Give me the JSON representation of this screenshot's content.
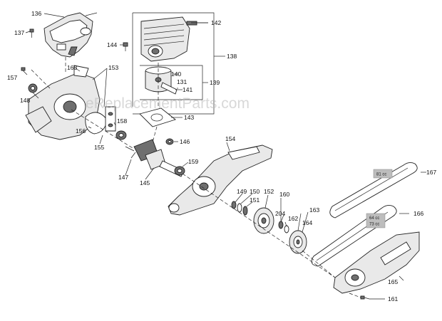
{
  "watermark": "eReplacementParts.com",
  "callouts": {
    "p131": "131",
    "p136": "136",
    "p137": "137",
    "p138": "138",
    "p139": "139",
    "p140": "140",
    "p141": "141",
    "p142": "142",
    "p143": "143",
    "p144": "144",
    "p145": "145",
    "p146": "146",
    "p147": "147",
    "p148": "148",
    "p149": "149",
    "p150": "150",
    "p151": "151",
    "p152": "152",
    "p153": "153",
    "p154": "154",
    "p155": "155",
    "p156": "156",
    "p157": "157",
    "p158": "158",
    "p159": "159",
    "p160": "160",
    "p161": "161",
    "p162": "162",
    "p163": "163",
    "p164": "164",
    "p165": "165",
    "p166": "166",
    "p167": "167",
    "p168": "168",
    "p204": "204"
  },
  "tags": {
    "belt_81": "81 cc",
    "belt_64": "64 cc",
    "belt_73": "73 cc"
  }
}
